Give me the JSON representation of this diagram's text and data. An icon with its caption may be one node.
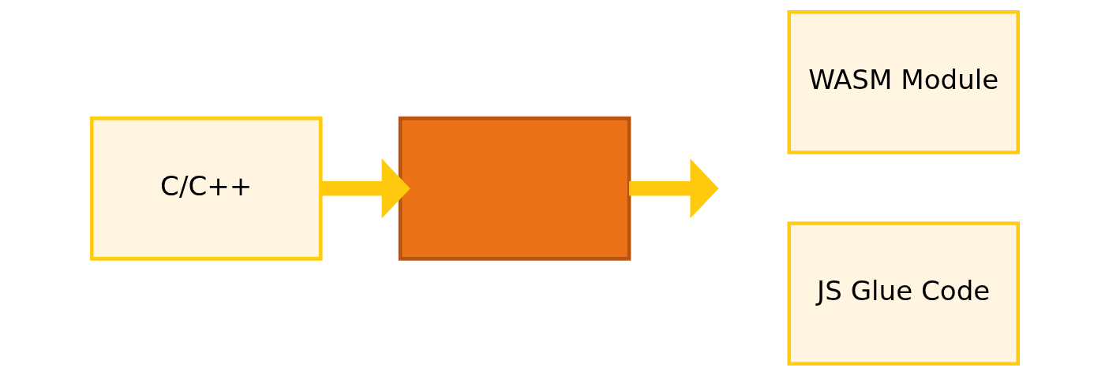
{
  "diagram": {
    "nodes": [
      {
        "text": [
          "C/C++"
        ]
      },
      {
        "text": [],
        "shape": "box"
      },
      {
        "text": [
          "WASM Module"
        ]
      },
      {
        "text": [
          "JS Glue Code"
        ]
      }
    ],
    "edges": [
      {
        "from": 0,
        "to": 1,
        "arrow": "to"
      },
      {
        "from": 1,
        "to": null,
        "arrow": "to"
      }
    ]
  }
}
